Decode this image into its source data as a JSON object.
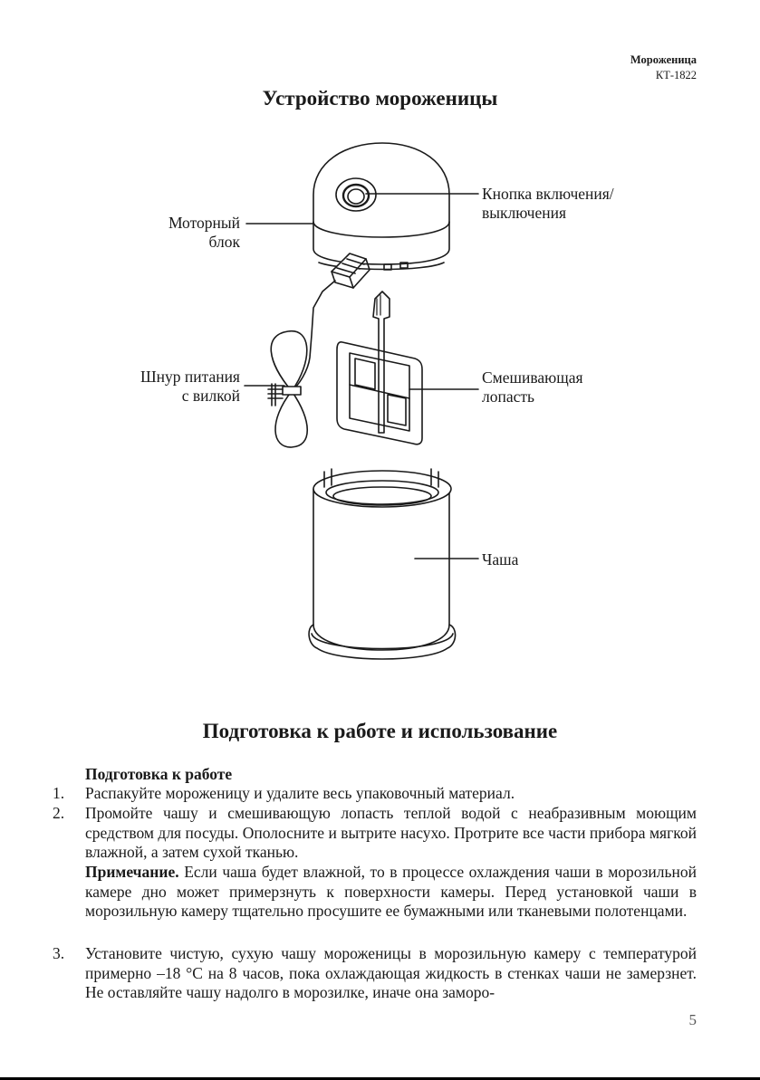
{
  "header": {
    "product": "Мороженица",
    "model": "КТ-1822"
  },
  "figure": {
    "title": "Устройство мороженицы",
    "labels": {
      "motor_block": [
        "Моторный",
        "блок"
      ],
      "power_button": [
        "Кнопка включения/",
        "выключения"
      ],
      "power_cord": [
        "Шнур питания",
        "с вилкой"
      ],
      "paddle": [
        "Смешивающая",
        "лопасть"
      ],
      "bowl": "Чаша"
    }
  },
  "section": {
    "title": "Подготовка к работе и использование",
    "subhead": "Подготовка к работе",
    "items": [
      {
        "num": "1.",
        "text": "Распакуйте мороженицу и удалите весь упаковочный материал."
      },
      {
        "num": "2.",
        "text": "Промойте чашу и смешивающую лопасть теплой водой с неабразивным моющим средством для посуды. Ополосните и вытрите насухо. Протрите все части прибора мягкой влажной, а затем сухой тканью."
      },
      {
        "num": "3.",
        "text": "Установите чистую, сухую чашу мороженицы в морозильную камеру с температурой примерно –18 °С на 8 часов, пока охлаждающая жидкость в стенках чаши не замерзнет. Не оставляйте чашу надолго в морозилке, иначе она заморо-"
      }
    ],
    "note": {
      "label": "Примечание.",
      "text": " Если чаша будет влажной, то в процессе охлаждения чаши в морозильной камере дно может примерзнуть к поверхности камеры. Перед установкой чаши в морозильную камеру тщательно просушите ее бумажными или тканевыми полотенцами."
    }
  },
  "page_number": "5"
}
